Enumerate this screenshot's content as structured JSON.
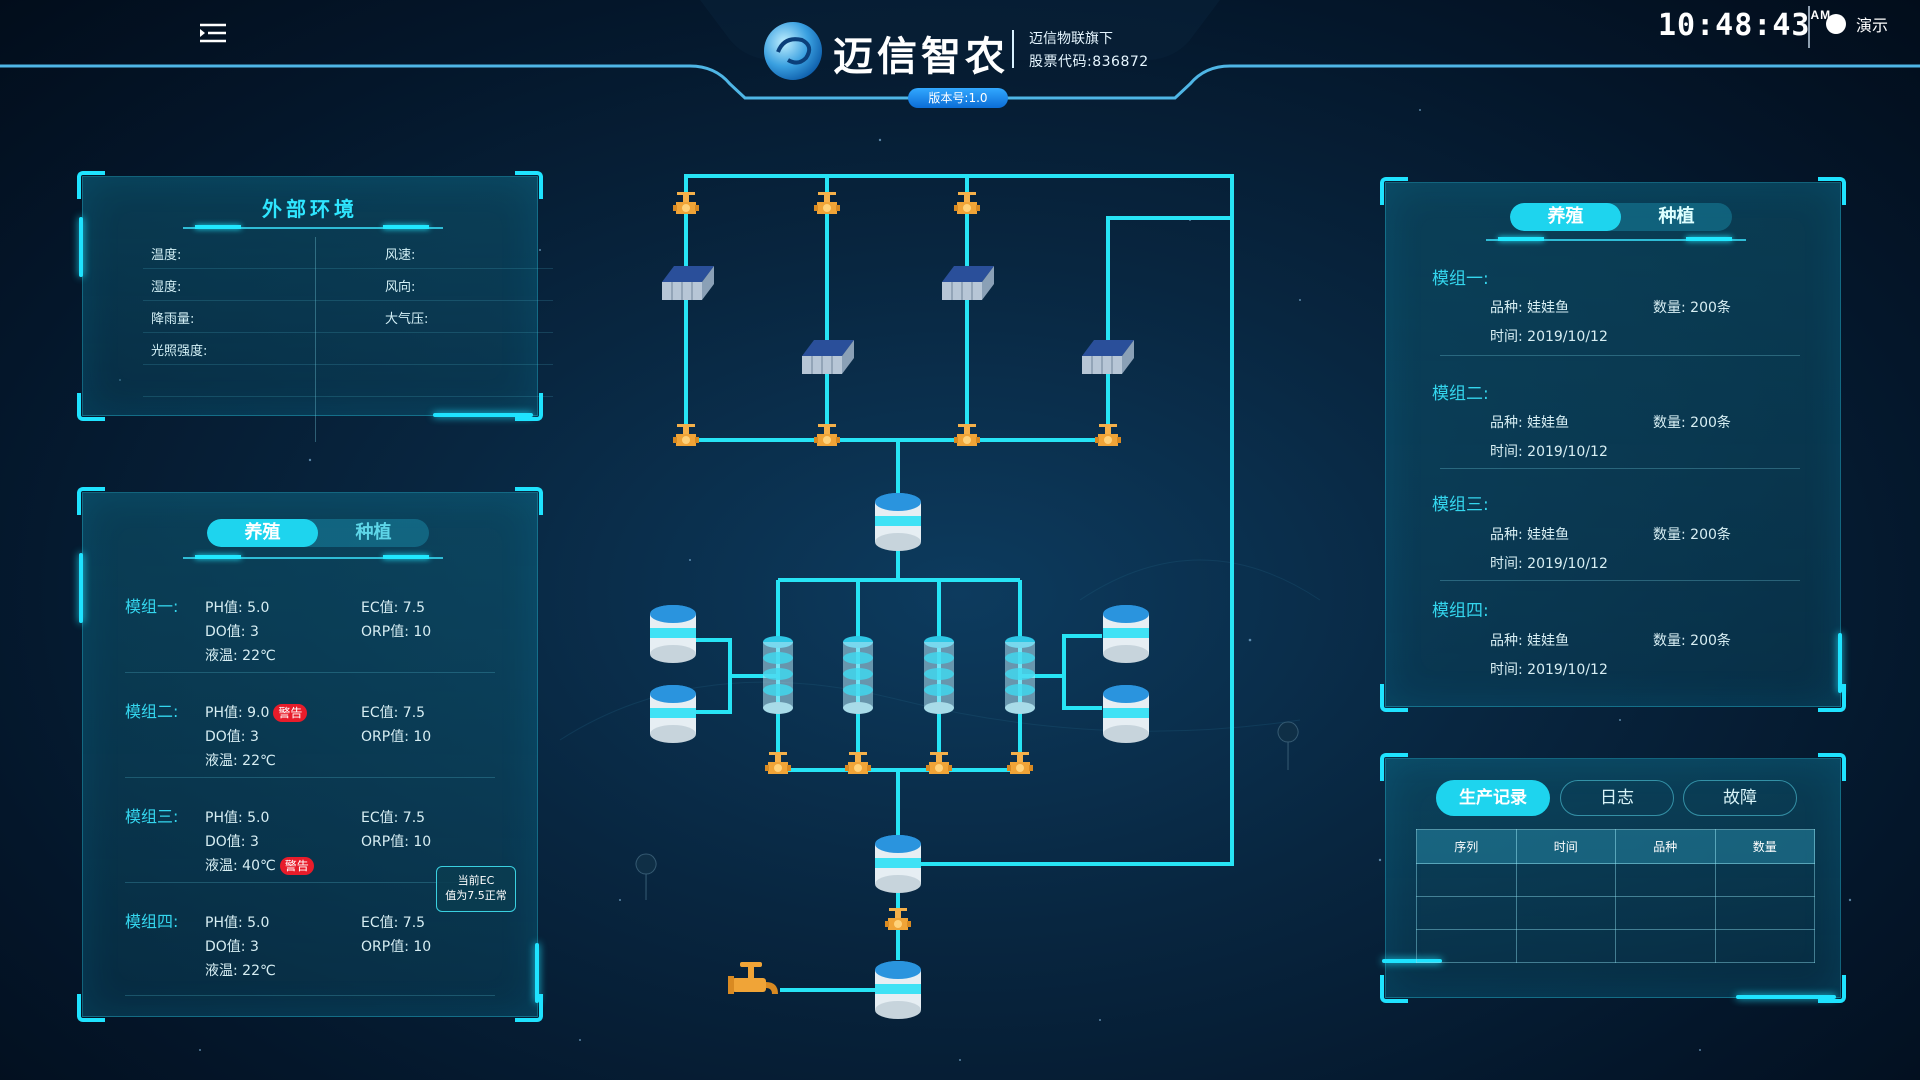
{
  "header": {
    "brand_name": "迈信智农",
    "subtitle_line1": "迈信物联旗下",
    "subtitle_line2": "股票代码:836872",
    "version": "版本号:1.0",
    "clock_time": "10:48:43",
    "clock_ampm": "AM",
    "demo_label": "演示"
  },
  "env_panel": {
    "title": "外部环境",
    "left_labels": [
      "温度:",
      "湿度:",
      "降雨量:",
      "光照强度:"
    ],
    "right_labels": [
      "风速:",
      "风向:",
      "大气压:"
    ]
  },
  "left_panel": {
    "toggle": {
      "active": "养殖",
      "inactive": "种植"
    },
    "modules": [
      {
        "name": "模组一:",
        "ph": "PH值: 5.0",
        "ec": "EC值: 7.5",
        "do": "DO值: 3",
        "orp": "ORP值: 10",
        "temp": "液温: 22℃",
        "ph_warn": "",
        "temp_warn": ""
      },
      {
        "name": "模组二:",
        "ph": "PH值: 9.0",
        "ec": "EC值: 7.5",
        "do": "DO值: 3",
        "orp": "ORP值: 10",
        "temp": "液温: 22℃",
        "ph_warn": "警告",
        "temp_warn": ""
      },
      {
        "name": "模组三:",
        "ph": "PH值: 5.0",
        "ec": "EC值: 7.5",
        "do": "DO值: 3",
        "orp": "ORP值: 10",
        "temp": "液温: 40℃",
        "ph_warn": "",
        "temp_warn": "警告"
      },
      {
        "name": "模组四:",
        "ph": "PH值: 5.0",
        "ec": "EC值: 7.5",
        "do": "DO值: 3",
        "orp": "ORP值: 10",
        "temp": "液温: 22℃",
        "ph_warn": "",
        "temp_warn": ""
      }
    ],
    "ec_tooltip_line1": "当前EC",
    "ec_tooltip_line2": "值为7.5正常"
  },
  "right_panel": {
    "toggle": {
      "active": "养殖",
      "inactive": "种植"
    },
    "modules": [
      {
        "name": "模组一:",
        "variety": "品种: 娃娃鱼",
        "count": "数量: 200条",
        "time": "时间: 2019/10/12"
      },
      {
        "name": "模组二:",
        "variety": "品种: 娃娃鱼",
        "count": "数量: 200条",
        "time": "时间: 2019/10/12"
      },
      {
        "name": "模组三:",
        "variety": "品种: 娃娃鱼",
        "count": "数量: 200条",
        "time": "时间: 2019/10/12"
      },
      {
        "name": "模组四:",
        "variety": "品种: 娃娃鱼",
        "count": "数量: 200条",
        "time": "时间: 2019/10/12"
      }
    ]
  },
  "records_panel": {
    "tabs": [
      "生产记录",
      "日志",
      "故障"
    ],
    "active_tab": "生产记录",
    "columns": [
      "序列",
      "时间",
      "品种",
      "数量"
    ],
    "rows": [
      [
        "",
        "",
        "",
        ""
      ],
      [
        "",
        "",
        "",
        ""
      ],
      [
        "",
        "",
        "",
        ""
      ]
    ]
  },
  "colors": {
    "accent": "#1ed4ee",
    "pipe": "#27e4f5",
    "warning": "#e81c2a",
    "valve": "#f0a437",
    "tank_top": "#1f8fd8"
  },
  "icons": {
    "menu": "menu-icon",
    "logo": "logo-swirl-icon",
    "valve": "valve-icon",
    "faucet": "faucet-icon",
    "tank": "tank-icon",
    "greenhouse": "greenhouse-icon",
    "location": "location-pin-icon"
  }
}
